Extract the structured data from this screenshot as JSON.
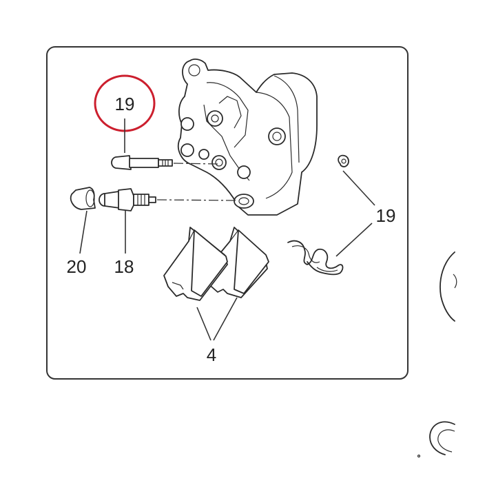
{
  "callouts": {
    "pin_highlighted": "19",
    "clip": "19",
    "bleed_cap": "20",
    "bleed_valve": "18",
    "brake_pads": "4"
  },
  "colors": {
    "highlight_ring": "#cc1f2e",
    "frame": "#333333",
    "ink": "#2a2a2a"
  }
}
